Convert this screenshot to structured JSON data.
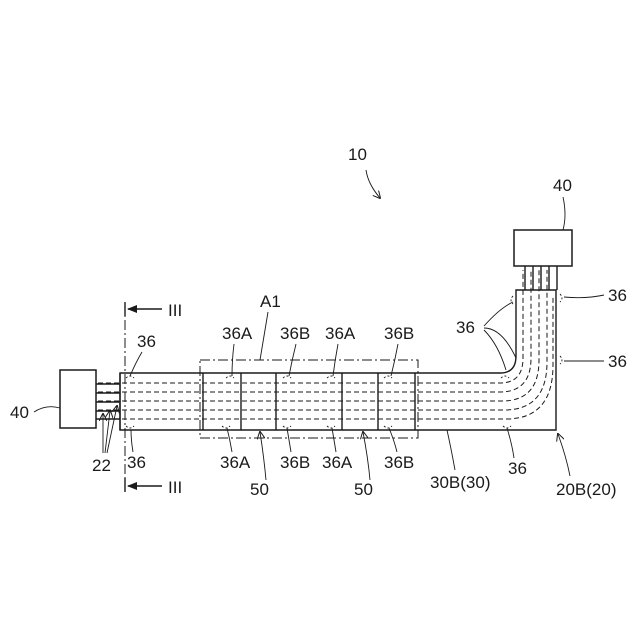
{
  "labels": {
    "assembly": "10",
    "connector_left": "40",
    "connector_top": "40",
    "wires": "22",
    "section_top": "III",
    "section_bottom": "III",
    "region": "A1",
    "fixing_36_left_top": "36",
    "fixing_36_left_bottom": "36",
    "fixing_36_bend": "36",
    "fixing_36_right_upper": "36",
    "fixing_36_right_middle": "36",
    "fixing_36_bottom": "36",
    "top_36A_1": "36A",
    "top_36B_1": "36B",
    "top_36A_2": "36A",
    "top_36B_2": "36B",
    "bottom_36A_1": "36A",
    "bottom_36B_1": "36B",
    "bottom_36A_2": "36A",
    "bottom_36B_2": "36B",
    "unit_50_1": "50",
    "unit_50_2": "50",
    "sheet": "30B(30)",
    "member": "20B(20)"
  }
}
